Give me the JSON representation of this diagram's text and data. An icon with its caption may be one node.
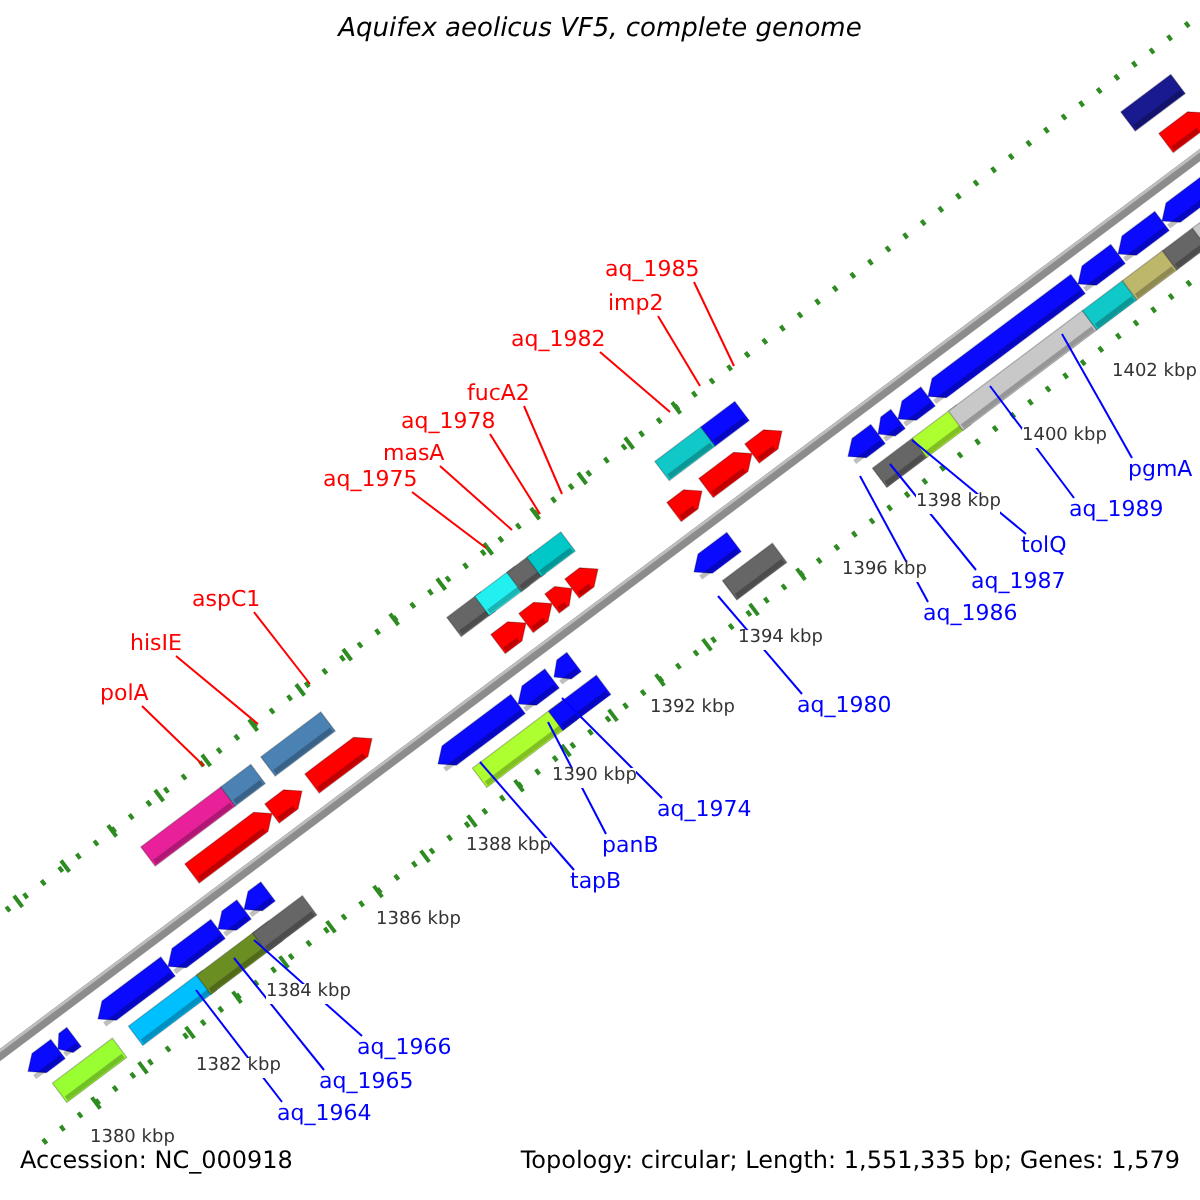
{
  "diagram": {
    "title": "Aquifex aeolicus VF5, complete genome",
    "nodes": [
      {
        "text": [
          "aq_1985"
        ]
      },
      {
        "text": [
          "imp2"
        ]
      },
      {
        "text": [
          "aq_1982"
        ]
      },
      {
        "text": [
          "fucA2"
        ]
      },
      {
        "text": [
          "aq_1978"
        ]
      },
      {
        "text": [
          "masA"
        ]
      },
      {
        "text": [
          "aq_1975"
        ]
      },
      {
        "text": [
          "pgmA"
        ]
      },
      {
        "text": [
          "aq_1989"
        ]
      },
      {
        "text": [
          "tolQ"
        ]
      },
      {
        "text": [
          "aq_1987"
        ]
      },
      {
        "text": [
          "aq_1986"
        ]
      },
      {
        "text": [
          "aq_1980"
        ]
      },
      {
        "text": [
          "aspC1"
        ]
      },
      {
        "text": [
          "hisIE"
        ]
      },
      {
        "text": [
          "polA"
        ]
      },
      {
        "text": [
          "aq_1974"
        ]
      },
      {
        "text": [
          "panB"
        ]
      },
      {
        "text": [
          "tapB"
        ]
      },
      {
        "text": [
          "aq_1966"
        ]
      },
      {
        "text": [
          "aq_1965"
        ]
      },
      {
        "text": [
          "aq_1964"
        ]
      }
    ],
    "edges": [
      {
        "from": 0,
        "to": null,
        "arrow": "none",
        "color": "#ff0000"
      },
      {
        "from": 1,
        "to": null,
        "arrow": "none",
        "color": "#ff0000"
      },
      {
        "from": 2,
        "to": null,
        "arrow": "none",
        "color": "#ff0000"
      },
      {
        "from": 3,
        "to": null,
        "arrow": "none",
        "color": "#ff0000"
      },
      {
        "from": 4,
        "to": null,
        "arrow": "none",
        "color": "#ff0000"
      },
      {
        "from": 5,
        "to": null,
        "arrow": "none",
        "color": "#ff0000"
      },
      {
        "from": 6,
        "to": null,
        "arrow": "none",
        "color": "#ff0000"
      },
      {
        "from": 7,
        "to": null,
        "arrow": "none"
      },
      {
        "from": 8,
        "to": null,
        "arrow": "none"
      },
      {
        "from": 9,
        "to": null,
        "arrow": "none"
      },
      {
        "from": 10,
        "to": null,
        "arrow": "none"
      },
      {
        "from": 11,
        "to": null,
        "arrow": "none"
      },
      {
        "from": 12,
        "to": null,
        "arrow": "none"
      },
      {
        "from": 13,
        "to": null,
        "arrow": "none",
        "color": "#ff0000"
      },
      {
        "from": 14,
        "to": null,
        "arrow": "none",
        "color": "#ff0000"
      },
      {
        "from": 15,
        "to": null,
        "arrow": "none",
        "color": "#ff0000"
      },
      {
        "from": 16,
        "to": null,
        "arrow": "none"
      },
      {
        "from": 17,
        "to": null,
        "arrow": "none"
      },
      {
        "from": 18,
        "to": null,
        "arrow": "none"
      },
      {
        "from": 19,
        "to": null,
        "arrow": "none"
      },
      {
        "from": 20,
        "to": null,
        "arrow": "none"
      },
      {
        "from": 21,
        "to": null,
        "arrow": "none"
      }
    ],
    "labels": [
      "1402 kbp",
      "1400 kbp",
      "1398 kbp",
      "1396 kbp",
      "1394 kbp",
      "1392 kbp",
      "1390 kbp",
      "1388 kbp",
      "1386 kbp",
      "1384 kbp",
      "1382 kbp",
      "1380 kbp",
      "Accession: NC_000918",
      "Topology: circular; Length: 1,551,335 bp; Genes: 1,579"
    ]
  }
}
